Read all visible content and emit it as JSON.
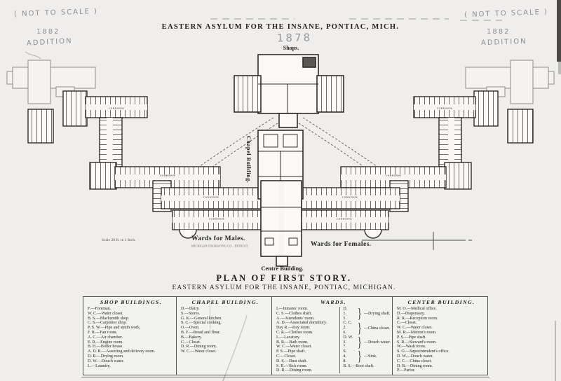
{
  "colors": {
    "paper": "#efeeec",
    "ink": "#26251f",
    "pencil": "#84848a"
  },
  "header": {
    "title": "EASTERN ASYLUM FOR THE INSANE, PONTIAC, MICH.",
    "year_note": "1878"
  },
  "annotations": {
    "top_left": {
      "line1": "( NOT TO SCALE )",
      "line2": "1882",
      "line3": "ADDITION"
    },
    "top_right": {
      "line1": "( NOT TO SCALE )",
      "line2": "1882",
      "line3": "ADDITION"
    }
  },
  "plan": {
    "labels": {
      "shops": "Shops.",
      "chapel": "Chapel Building.",
      "wards_males": "Wards for Males.",
      "wards_females": "Wards for Females.",
      "centre": "Centre Building.",
      "scale": "Scale 20 ft. to 1 Inch.",
      "engraver": "MICHIGAN ENGRAVING CO., DETROIT",
      "corridor": "CORRIDOR"
    }
  },
  "caption": {
    "plan_title": "PLAN OF FIRST STORY.",
    "subtitle": "EASTERN ASYLUM FOR THE INSANE, PONTIAC, MICHIGAN."
  },
  "legend": {
    "brace_glyph": "}",
    "columns": [
      {
        "title": "SHOP BUILDINGS.",
        "items": [
          "F.—Foreman.",
          "W. C.—Water closet.",
          "B. S.—Blacksmith shop.",
          "C. S.—Carpenter shop.",
          "P. S. W.—Pipe and smith work.",
          "F. R.—Fan room.",
          "A. C.—Air chamber.",
          "E. R.—Engine room.",
          "B. H.—Boiler house.",
          "A. D. R.—Assorting and delivery room.",
          "D. R.—Drying room.",
          "D. W.—Douch water.",
          "L.—Laundry."
        ]
      },
      {
        "title": "CHAPEL BUILDING.",
        "items": [
          "D.—Dairy.",
          "S.—Stores.",
          "G. K.—General kitchen.",
          "S. C.—Special cooking.",
          "O.—Oven.",
          "B. F.—Bread and flour.",
          "B.—Bakery.",
          "C.—Closet.",
          "D. R.—Dining room.",
          "W. C.—Water closet."
        ]
      },
      {
        "title": "WARDS.",
        "items": [
          "I.—Inmates' room.",
          "C. S.—Clothes shaft.",
          "A.—Attendants' room.",
          "A. D.—Associated dormitory.",
          "Day R.—Day room.",
          "C. R.—Clothes room.",
          "L.—Lavatory.",
          "B. R.—Bath room.",
          "W. C.—Water closet.",
          "P. S.—Pipe shaft.",
          "C.—Closet.",
          "D. S.—Dust shaft.",
          "S. R.—Sick room.",
          "D. R.—Dining room."
        ],
        "groups": [
          {
            "keys": [
              "D.",
              "1.",
              "5."
            ],
            "label": "—Drying shaft."
          },
          {
            "keys": [
              "C. C.",
              "2.",
              "6."
            ],
            "label": "—China closet."
          },
          {
            "keys": [
              "D. W.",
              "3.",
              "7."
            ],
            "label": "—Douch water."
          },
          {
            "keys": [
              "S.",
              "4.",
              "8."
            ],
            "label": "—Sink."
          }
        ],
        "extra": "B. S.—Boot shaft."
      },
      {
        "title": "CENTER BUILDING.",
        "items": [
          "M. O.—Medical office.",
          "D.—Dispensary.",
          "R. R.—Reception room.",
          "C.—Closet.",
          "W. C.—Water closet.",
          "M. R.—Matron's room.",
          "P. S.—Pipe shaft.",
          "S. R.—Steward's room.",
          "W.—Wash room.",
          "S. O.—Superintendent's office.",
          "D. W.—Douch water.",
          "C. C.—China closet.",
          "D. R.—Dining room.",
          "P.—Parlor."
        ]
      }
    ]
  }
}
